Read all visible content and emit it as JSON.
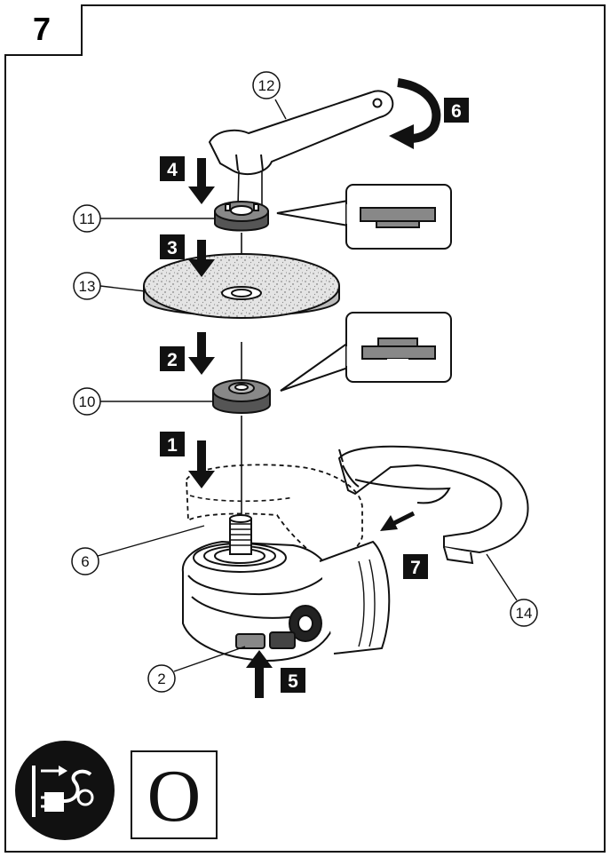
{
  "figure": {
    "number": "7"
  },
  "steps": [
    "1",
    "2",
    "3",
    "4",
    "5",
    "6",
    "7"
  ],
  "callouts": [
    "2",
    "6",
    "10",
    "11",
    "12",
    "13",
    "14"
  ],
  "symbol": {
    "letter": "O"
  },
  "colors": {
    "ink": "#111111",
    "paper": "#ffffff",
    "shadow": "#cfcfcf",
    "disc": "#dddddd"
  },
  "icons": [
    "unplug-icon"
  ]
}
